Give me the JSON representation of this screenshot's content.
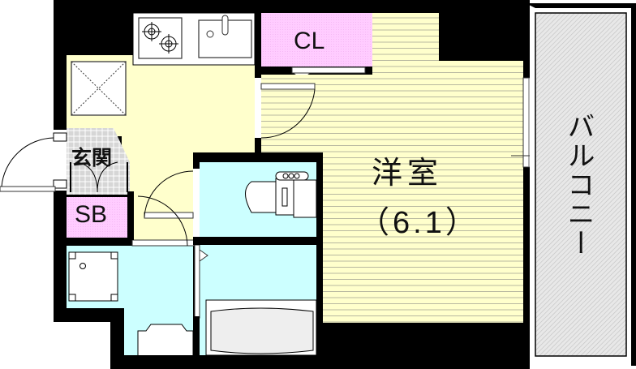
{
  "floor_plan": {
    "rooms": [
      {
        "id": "western_room",
        "label": "洋室",
        "size": "（6.1）"
      },
      {
        "id": "closet",
        "label": "CL"
      },
      {
        "id": "entrance",
        "label": "玄関"
      },
      {
        "id": "shoe_box",
        "label": "SB"
      },
      {
        "id": "balcony",
        "label": "バルコニー"
      },
      {
        "id": "kitchen",
        "label": ""
      },
      {
        "id": "toilet",
        "label": ""
      },
      {
        "id": "washroom",
        "label": ""
      },
      {
        "id": "bathroom",
        "label": ""
      }
    ],
    "colors": {
      "wall": "#000000",
      "western_room": "#ffffcc",
      "kitchen_floor": "#ffffcc",
      "closet": "#ffccff",
      "shoe_box": "#ffccff",
      "wet_area": "#ccffff",
      "entrance_tile": "#d8d8d8",
      "balcony": "#e0e0e0"
    }
  }
}
